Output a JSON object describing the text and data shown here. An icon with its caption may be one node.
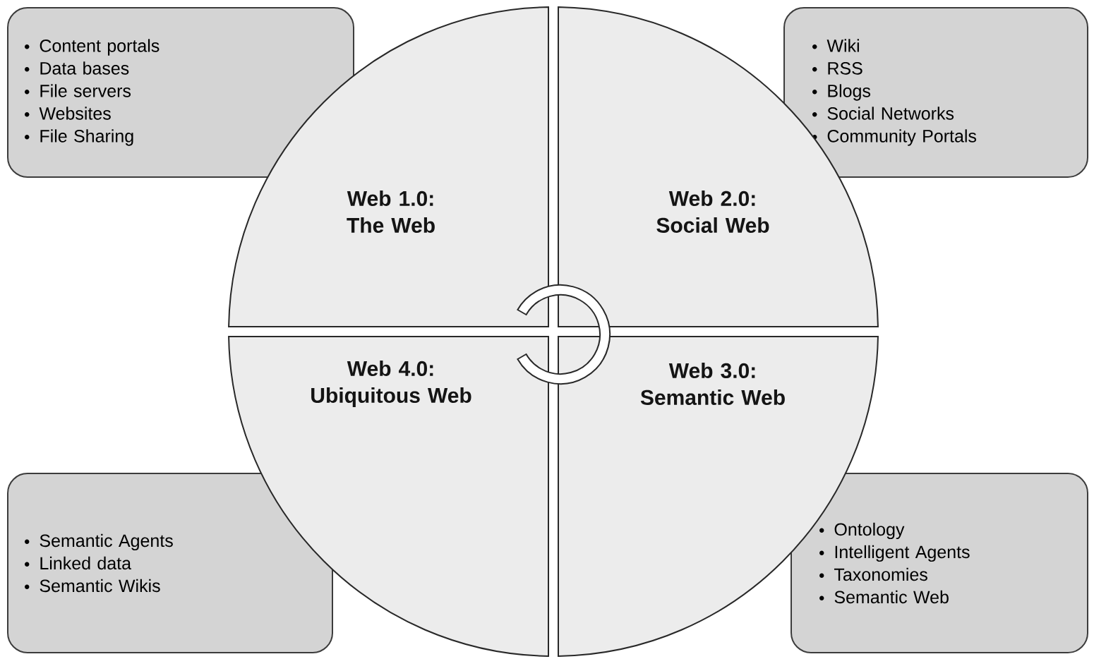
{
  "diagram": {
    "nodes": [
      {
        "text": [
          "Content portals",
          "Data bases",
          "File servers",
          "Websites",
          "File Sharing"
        ]
      },
      {
        "text": [
          "Web 1.0: The Web"
        ]
      },
      {
        "text": [
          "Web 2.0: Social Web"
        ]
      },
      {
        "text": [
          "Wiki",
          "RSS",
          "Blogs",
          "Social Networks",
          "Community Portals"
        ]
      },
      {
        "text": [
          "Semantic Agents",
          "Linked data",
          "Semantic Wikis"
        ]
      },
      {
        "text": [
          "Web 4.0: Ubiquitous Web"
        ]
      },
      {
        "text": [
          "Web 3.0: Semantic Web"
        ]
      },
      {
        "text": [
          "Ontology",
          "Intelligent Agents",
          "Taxonomies",
          "Semantic Web"
        ]
      }
    ]
  }
}
